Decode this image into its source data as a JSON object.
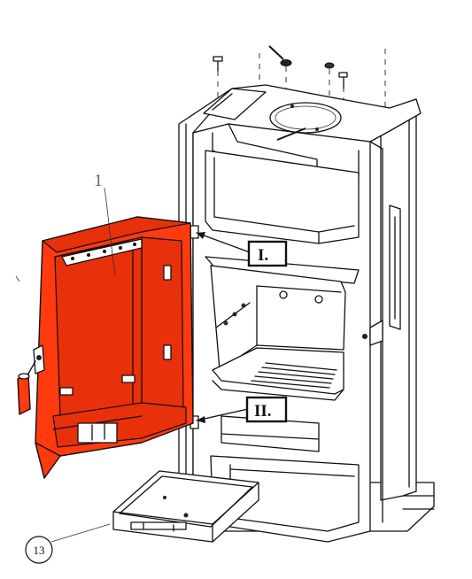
{
  "labels": {
    "part_number_1": "1",
    "position_I": "I.",
    "position_II": "II.",
    "part_number_13": "13"
  },
  "colors": {
    "door_fill": "#ff3a0f",
    "line": "#111111",
    "background": "#ffffff"
  }
}
